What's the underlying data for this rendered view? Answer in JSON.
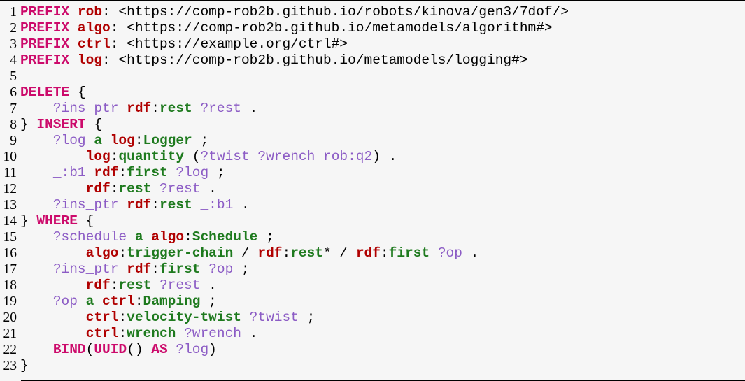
{
  "lines": [
    {
      "n": "1",
      "tokens": [
        {
          "t": "kw",
          "v": "PREFIX"
        },
        {
          "t": "pl",
          "v": " "
        },
        {
          "t": "pfx",
          "v": "rob"
        },
        {
          "t": "pl",
          "v": ": <https://comp-rob2b.github.io/robots/kinova/gen3/7dof/>"
        }
      ]
    },
    {
      "n": "2",
      "tokens": [
        {
          "t": "kw",
          "v": "PREFIX"
        },
        {
          "t": "pl",
          "v": " "
        },
        {
          "t": "pfx",
          "v": "algo"
        },
        {
          "t": "pl",
          "v": ": <https://comp-rob2b.github.io/metamodels/algorithm#>"
        }
      ]
    },
    {
      "n": "3",
      "tokens": [
        {
          "t": "kw",
          "v": "PREFIX"
        },
        {
          "t": "pl",
          "v": " "
        },
        {
          "t": "pfx",
          "v": "ctrl"
        },
        {
          "t": "pl",
          "v": ": <https://example.org/ctrl#>"
        }
      ]
    },
    {
      "n": "4",
      "tokens": [
        {
          "t": "kw",
          "v": "PREFIX"
        },
        {
          "t": "pl",
          "v": " "
        },
        {
          "t": "pfx",
          "v": "log"
        },
        {
          "t": "pl",
          "v": ": <https://comp-rob2b.github.io/metamodels/logging#>"
        }
      ]
    },
    {
      "n": "5",
      "tokens": []
    },
    {
      "n": "6",
      "tokens": [
        {
          "t": "kw",
          "v": "DELETE"
        },
        {
          "t": "pl",
          "v": " {"
        }
      ]
    },
    {
      "n": "7",
      "tokens": [
        {
          "t": "pl",
          "v": "    "
        },
        {
          "t": "var",
          "v": "?ins_ptr"
        },
        {
          "t": "pl",
          "v": " "
        },
        {
          "t": "pfx",
          "v": "rdf"
        },
        {
          "t": "pl",
          "v": ":"
        },
        {
          "t": "lcl",
          "v": "rest"
        },
        {
          "t": "pl",
          "v": " "
        },
        {
          "t": "var",
          "v": "?rest"
        },
        {
          "t": "pl",
          "v": " ."
        }
      ]
    },
    {
      "n": "8",
      "tokens": [
        {
          "t": "pl",
          "v": "} "
        },
        {
          "t": "kw",
          "v": "INSERT"
        },
        {
          "t": "pl",
          "v": " {"
        }
      ]
    },
    {
      "n": "9",
      "tokens": [
        {
          "t": "pl",
          "v": "    "
        },
        {
          "t": "var",
          "v": "?log"
        },
        {
          "t": "pl",
          "v": " "
        },
        {
          "t": "gk",
          "v": "a"
        },
        {
          "t": "pl",
          "v": " "
        },
        {
          "t": "pfx",
          "v": "log"
        },
        {
          "t": "pl",
          "v": ":"
        },
        {
          "t": "lcl",
          "v": "Logger"
        },
        {
          "t": "pl",
          "v": " ;"
        }
      ]
    },
    {
      "n": "10",
      "tokens": [
        {
          "t": "pl",
          "v": "        "
        },
        {
          "t": "pfx",
          "v": "log"
        },
        {
          "t": "pl",
          "v": ":"
        },
        {
          "t": "lcl",
          "v": "quantity"
        },
        {
          "t": "pl",
          "v": " ("
        },
        {
          "t": "var",
          "v": "?twist ?wrench rob:q2"
        },
        {
          "t": "pl",
          "v": ") ."
        }
      ]
    },
    {
      "n": "11",
      "tokens": [
        {
          "t": "pl",
          "v": "    "
        },
        {
          "t": "var",
          "v": "_:b1"
        },
        {
          "t": "pl",
          "v": " "
        },
        {
          "t": "pfx",
          "v": "rdf"
        },
        {
          "t": "pl",
          "v": ":"
        },
        {
          "t": "lcl",
          "v": "first"
        },
        {
          "t": "pl",
          "v": " "
        },
        {
          "t": "var",
          "v": "?log"
        },
        {
          "t": "pl",
          "v": " ;"
        }
      ]
    },
    {
      "n": "12",
      "tokens": [
        {
          "t": "pl",
          "v": "        "
        },
        {
          "t": "pfx",
          "v": "rdf"
        },
        {
          "t": "pl",
          "v": ":"
        },
        {
          "t": "lcl",
          "v": "rest"
        },
        {
          "t": "pl",
          "v": " "
        },
        {
          "t": "var",
          "v": "?rest"
        },
        {
          "t": "pl",
          "v": " ."
        }
      ]
    },
    {
      "n": "13",
      "tokens": [
        {
          "t": "pl",
          "v": "    "
        },
        {
          "t": "var",
          "v": "?ins_ptr"
        },
        {
          "t": "pl",
          "v": " "
        },
        {
          "t": "pfx",
          "v": "rdf"
        },
        {
          "t": "pl",
          "v": ":"
        },
        {
          "t": "lcl",
          "v": "rest"
        },
        {
          "t": "pl",
          "v": " "
        },
        {
          "t": "var",
          "v": "_:b1"
        },
        {
          "t": "pl",
          "v": " ."
        }
      ]
    },
    {
      "n": "14",
      "tokens": [
        {
          "t": "pl",
          "v": "} "
        },
        {
          "t": "kw",
          "v": "WHERE"
        },
        {
          "t": "pl",
          "v": " {"
        }
      ]
    },
    {
      "n": "15",
      "tokens": [
        {
          "t": "pl",
          "v": "    "
        },
        {
          "t": "var",
          "v": "?schedule"
        },
        {
          "t": "pl",
          "v": " "
        },
        {
          "t": "gk",
          "v": "a"
        },
        {
          "t": "pl",
          "v": " "
        },
        {
          "t": "pfx",
          "v": "algo"
        },
        {
          "t": "pl",
          "v": ":"
        },
        {
          "t": "lcl",
          "v": "Schedule"
        },
        {
          "t": "pl",
          "v": " ;"
        }
      ]
    },
    {
      "n": "16",
      "tokens": [
        {
          "t": "pl",
          "v": "        "
        },
        {
          "t": "pfx",
          "v": "algo"
        },
        {
          "t": "pl",
          "v": ":"
        },
        {
          "t": "lcl",
          "v": "trigger-chain"
        },
        {
          "t": "pl",
          "v": " / "
        },
        {
          "t": "pfx",
          "v": "rdf"
        },
        {
          "t": "pl",
          "v": ":"
        },
        {
          "t": "lcl",
          "v": "rest"
        },
        {
          "t": "pl",
          "v": "* / "
        },
        {
          "t": "pfx",
          "v": "rdf"
        },
        {
          "t": "pl",
          "v": ":"
        },
        {
          "t": "lcl",
          "v": "first"
        },
        {
          "t": "pl",
          "v": " "
        },
        {
          "t": "var",
          "v": "?op"
        },
        {
          "t": "pl",
          "v": " ."
        }
      ]
    },
    {
      "n": "17",
      "tokens": [
        {
          "t": "pl",
          "v": "    "
        },
        {
          "t": "var",
          "v": "?ins_ptr"
        },
        {
          "t": "pl",
          "v": " "
        },
        {
          "t": "pfx",
          "v": "rdf"
        },
        {
          "t": "pl",
          "v": ":"
        },
        {
          "t": "lcl",
          "v": "first"
        },
        {
          "t": "pl",
          "v": " "
        },
        {
          "t": "var",
          "v": "?op"
        },
        {
          "t": "pl",
          "v": " ;"
        }
      ]
    },
    {
      "n": "18",
      "tokens": [
        {
          "t": "pl",
          "v": "        "
        },
        {
          "t": "pfx",
          "v": "rdf"
        },
        {
          "t": "pl",
          "v": ":"
        },
        {
          "t": "lcl",
          "v": "rest"
        },
        {
          "t": "pl",
          "v": " "
        },
        {
          "t": "var",
          "v": "?rest"
        },
        {
          "t": "pl",
          "v": " ."
        }
      ]
    },
    {
      "n": "19",
      "tokens": [
        {
          "t": "pl",
          "v": "    "
        },
        {
          "t": "var",
          "v": "?op"
        },
        {
          "t": "pl",
          "v": " "
        },
        {
          "t": "gk",
          "v": "a"
        },
        {
          "t": "pl",
          "v": " "
        },
        {
          "t": "pfx",
          "v": "ctrl"
        },
        {
          "t": "pl",
          "v": ":"
        },
        {
          "t": "lcl",
          "v": "Damping"
        },
        {
          "t": "pl",
          "v": " ;"
        }
      ]
    },
    {
      "n": "20",
      "tokens": [
        {
          "t": "pl",
          "v": "        "
        },
        {
          "t": "pfx",
          "v": "ctrl"
        },
        {
          "t": "pl",
          "v": ":"
        },
        {
          "t": "lcl",
          "v": "velocity-twist"
        },
        {
          "t": "pl",
          "v": " "
        },
        {
          "t": "var",
          "v": "?twist"
        },
        {
          "t": "pl",
          "v": " ;"
        }
      ]
    },
    {
      "n": "21",
      "tokens": [
        {
          "t": "pl",
          "v": "        "
        },
        {
          "t": "pfx",
          "v": "ctrl"
        },
        {
          "t": "pl",
          "v": ":"
        },
        {
          "t": "lcl",
          "v": "wrench"
        },
        {
          "t": "pl",
          "v": " "
        },
        {
          "t": "var",
          "v": "?wrench"
        },
        {
          "t": "pl",
          "v": " ."
        }
      ]
    },
    {
      "n": "22",
      "tokens": [
        {
          "t": "pl",
          "v": "    "
        },
        {
          "t": "kw",
          "v": "BIND"
        },
        {
          "t": "pl",
          "v": "("
        },
        {
          "t": "kw",
          "v": "UUID"
        },
        {
          "t": "pl",
          "v": "() "
        },
        {
          "t": "kw",
          "v": "AS"
        },
        {
          "t": "pl",
          "v": " "
        },
        {
          "t": "var",
          "v": "?log"
        },
        {
          "t": "pl",
          "v": ")"
        }
      ]
    },
    {
      "n": "23",
      "tokens": [
        {
          "t": "pl",
          "v": "}"
        }
      ]
    }
  ]
}
